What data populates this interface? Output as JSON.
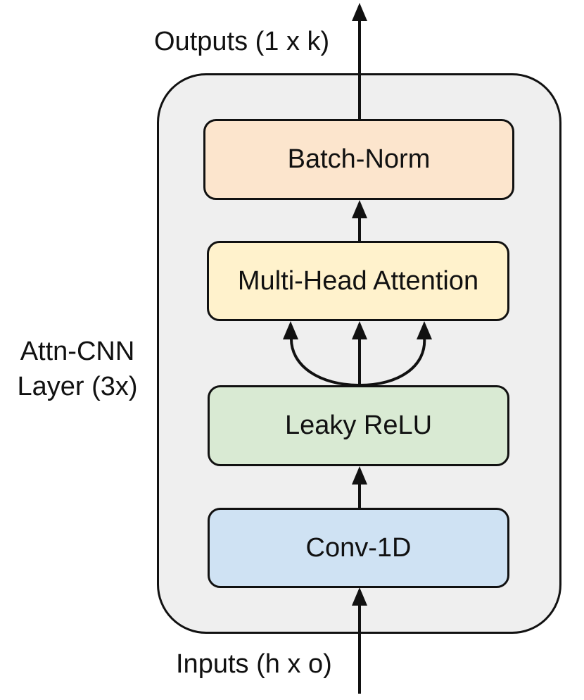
{
  "diagram": {
    "output_label": "Outputs (1 x k)",
    "input_label": "Inputs (h x o)",
    "layer_label": "Attn-CNN Layer (3x)",
    "blocks": [
      {
        "label": "Batch-Norm",
        "color": "#fce5cd"
      },
      {
        "label": "Multi-Head Attention",
        "color": "#fff2cc"
      },
      {
        "label": "Leaky ReLU",
        "color": "#d9ead3"
      },
      {
        "label": "Conv-1D",
        "color": "#cfe2f3"
      }
    ],
    "container_color": "#efefef",
    "line_color": "#111111"
  }
}
